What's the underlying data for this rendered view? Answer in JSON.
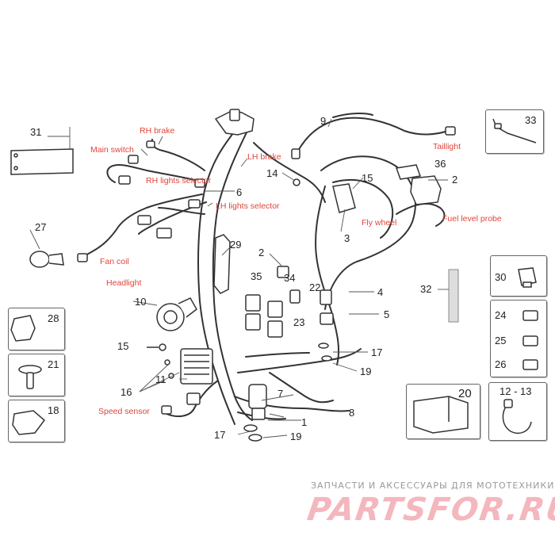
{
  "callouts": {
    "n1": "1",
    "n2a": "2",
    "n2b": "2",
    "n3": "3",
    "n4": "4",
    "n5": "5",
    "n6": "6",
    "n7": "7",
    "n8": "8",
    "n9": "9",
    "n10": "10",
    "n11": "11",
    "n14": "14",
    "n15a": "15",
    "n15b": "15",
    "n16": "16",
    "n17a": "17",
    "n17b": "17",
    "n19a": "19",
    "n19b": "19",
    "n22": "22",
    "n23": "23",
    "n27": "27",
    "n29": "29",
    "n31": "31",
    "n32": "32",
    "n34": "34",
    "n35": "35",
    "n36": "36"
  },
  "boxes": {
    "b33": "33",
    "b30": "30",
    "b24": "24",
    "b25": "25",
    "b26": "26",
    "b28": "28",
    "b21": "21",
    "b18": "18",
    "b20": "20",
    "b1213": "12 - 13"
  },
  "labels": {
    "rh_brake": "RH brake",
    "main_switch": "Main switch",
    "lh_brake": "LH brake",
    "rh_lights": "RH lights selector",
    "lh_lights": "LH lights selector",
    "taillight": "Taillight",
    "fly_wheel": "Fly wheel",
    "fuel_probe": "Fuel level probe",
    "fan_coil": "Fan coil",
    "headlight": "Headlight",
    "speed_sensor": "Speed sensor"
  },
  "watermark": {
    "caption": "ЗАПЧАСТИ И АКСЕССУАРЫ ДЛЯ МОТОТЕХНИКИ",
    "logo": "PARTSFOR.RU"
  },
  "colors": {
    "label_red": "#e0453a",
    "line": "#333333",
    "watermark_pink": "#f4b7bd"
  }
}
